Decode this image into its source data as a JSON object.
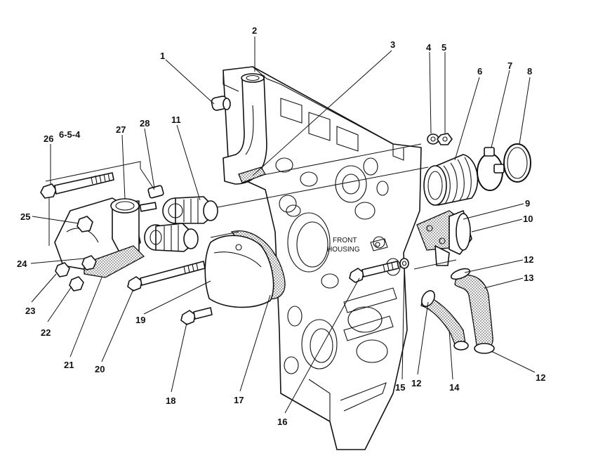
{
  "reference_code": "6-5-4",
  "housing_label_line1": "FRONT",
  "housing_label_line2": "HOUSING",
  "callouts": [
    "1",
    "2",
    "3",
    "4",
    "5",
    "6",
    "7",
    "8",
    "9",
    "10",
    "11",
    "12",
    "13",
    "12",
    "12",
    "14",
    "15",
    "16",
    "17",
    "18",
    "19",
    "20",
    "21",
    "22",
    "23",
    "24",
    "25",
    "26",
    "27",
    "28"
  ]
}
